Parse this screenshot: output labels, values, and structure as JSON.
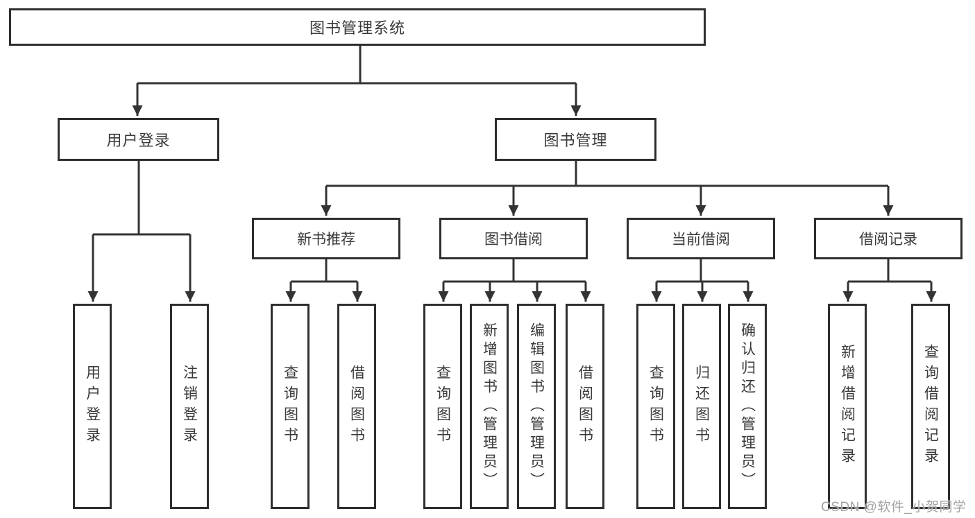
{
  "diagram": {
    "root": {
      "label": "图书管理系统",
      "children": [
        {
          "label": "用户登录",
          "children": [
            {
              "label": "用户登录"
            },
            {
              "label": "注销登录"
            }
          ]
        },
        {
          "label": "图书管理",
          "children": [
            {
              "label": "新书推荐",
              "children": [
                {
                  "label": "查询图书"
                },
                {
                  "label": "借阅图书"
                }
              ]
            },
            {
              "label": "图书借阅",
              "children": [
                {
                  "label": "查询图书"
                },
                {
                  "label": "新增图书（管理员）"
                },
                {
                  "label": "编辑图书（管理员）"
                },
                {
                  "label": "借阅图书"
                }
              ]
            },
            {
              "label": "当前借阅",
              "children": [
                {
                  "label": "查询图书"
                },
                {
                  "label": "归还图书"
                },
                {
                  "label": "确认归还（管理员）"
                }
              ]
            },
            {
              "label": "借阅记录",
              "children": [
                {
                  "label": "新增借阅记录"
                },
                {
                  "label": "查询借阅记录"
                }
              ]
            }
          ]
        }
      ]
    },
    "line_color": "#333333",
    "border_color": "#2e2e2e"
  },
  "watermark": {
    "text": "CSDN @软件_小贺同学"
  }
}
